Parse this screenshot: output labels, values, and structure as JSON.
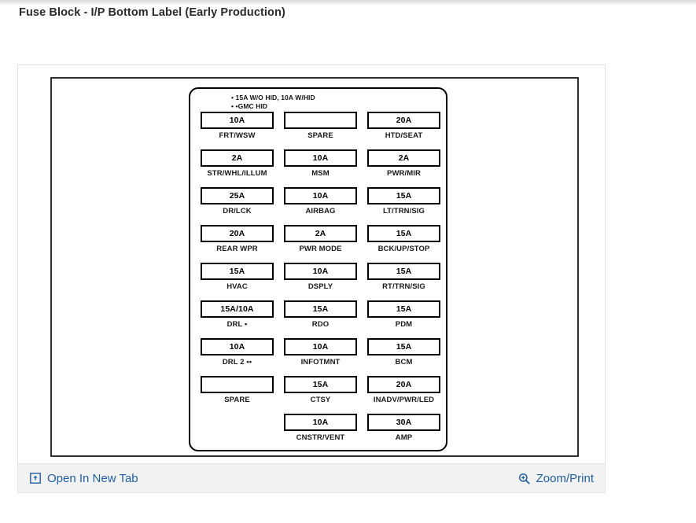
{
  "page": {
    "title": "Fuse Block - I/P Bottom Label (Early Production)"
  },
  "diagram": {
    "legend": [
      "• 15A W/O HID, 10A W/HID",
      "• •GMC HID"
    ],
    "columns": 3,
    "fuses": [
      {
        "amp": "10A",
        "label": "FRT/WSW"
      },
      {
        "amp": "",
        "label": "SPARE"
      },
      {
        "amp": "20A",
        "label": "HTD/SEAT"
      },
      {
        "amp": "2A",
        "label": "STR/WHL/ILLUM"
      },
      {
        "amp": "10A",
        "label": "MSM"
      },
      {
        "amp": "2A",
        "label": "PWR/MIR"
      },
      {
        "amp": "25A",
        "label": "DR/LCK"
      },
      {
        "amp": "10A",
        "label": "AIRBAG"
      },
      {
        "amp": "15A",
        "label": "LT/TRN/SIG"
      },
      {
        "amp": "20A",
        "label": "REAR WPR"
      },
      {
        "amp": "2A",
        "label": "PWR MODE"
      },
      {
        "amp": "15A",
        "label": "BCK/UP/STOP"
      },
      {
        "amp": "15A",
        "label": "HVAC"
      },
      {
        "amp": "10A",
        "label": "DSPLY"
      },
      {
        "amp": "15A",
        "label": "RT/TRN/SIG"
      },
      {
        "amp": "15A/10A",
        "label": "DRL •"
      },
      {
        "amp": "15A",
        "label": "RDO"
      },
      {
        "amp": "15A",
        "label": "PDM"
      },
      {
        "amp": "10A",
        "label": "DRL 2 ••"
      },
      {
        "amp": "10A",
        "label": "INFOTMNT"
      },
      {
        "amp": "15A",
        "label": "BCM"
      },
      {
        "amp": "",
        "label": "SPARE"
      },
      {
        "amp": "15A",
        "label": "CTSY"
      },
      {
        "amp": "20A",
        "label": "INADV/PWR/LED"
      },
      {
        "amp": "",
        "label": "",
        "empty": true
      },
      {
        "amp": "10A",
        "label": "CNSTR/VENT"
      },
      {
        "amp": "30A",
        "label": "AMP"
      }
    ]
  },
  "footer": {
    "open_in_new_tab": "Open In New Tab",
    "zoom_print": "Zoom/Print",
    "link_color": "#1f5fa9"
  }
}
